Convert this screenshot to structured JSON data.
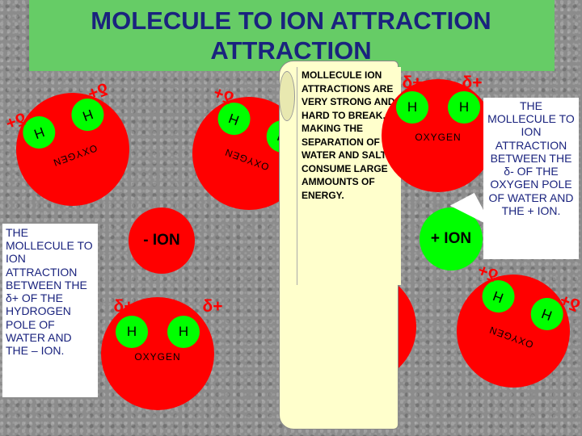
{
  "title_line1": "MOLECULE TO ION ATTRACTION",
  "title_line2": "ATTRACTION",
  "scroll_text": "MOLLECULE ION ATTRACTIONS ARE VERY STRONG AND HARD TO BREAK, MAKING THE SEPARATION OF WATER AND SALTS CONSUME LARGE AMMOUNTS OF ENERGY.",
  "left_box_text": "THE MOLLECULE TO ION ATTRACTION BETWEEN THE δ+ OF THE HYDROGEN POLE OF WATER AND THE – ION.",
  "right_box_text": "THE MOLLECULE TO ION ATTRACTION BETWEEN THE δ- OF THE OXYGEN POLE OF WATER AND THE + ION.",
  "negative_ion_label": "- ION",
  "positive_ion_label": "+ ION",
  "oxygen_label": "OXYGEN",
  "hydrogen_label": "H",
  "delta_plus": "δ+",
  "delta_minus": "δ-",
  "colors": {
    "oxygen": "#ff0000",
    "hydrogen": "#00ff00",
    "title_band": "#66cc66",
    "title_text": "#1a237e",
    "delta_text": "#ff0000",
    "scroll": "#ffffcc",
    "box_text": "#1a237e"
  }
}
